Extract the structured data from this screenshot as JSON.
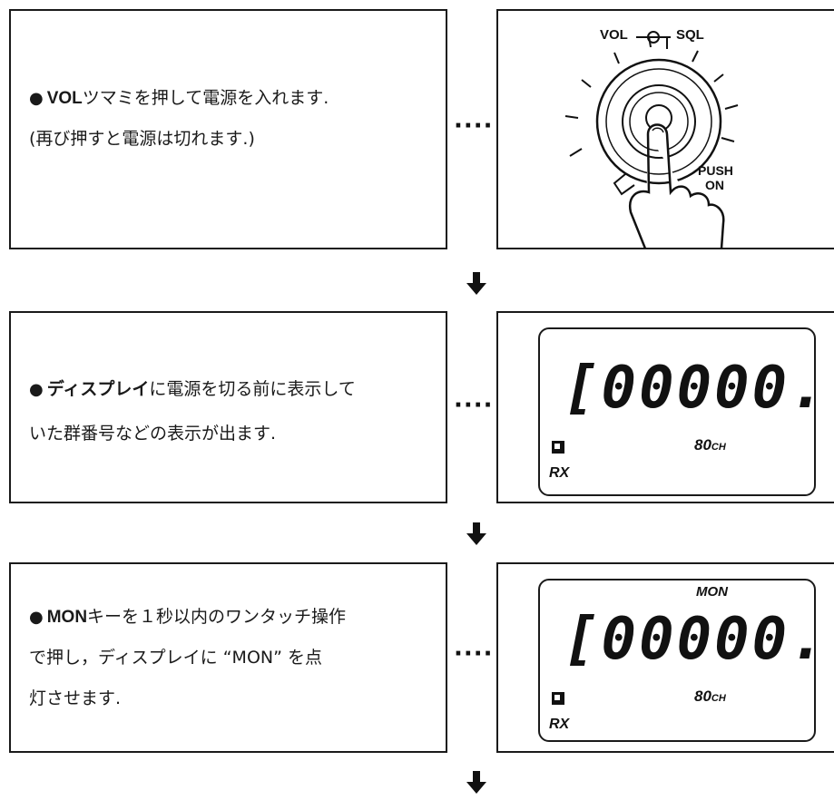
{
  "steps": [
    {
      "lines": [
        "VOLツマミを押して電源を入れます.",
        "(再び押すと電源は切れます.)"
      ],
      "bold_word": "VOL",
      "connector": "····",
      "figure": {
        "type": "knob",
        "vol_label": "VOL",
        "sql_label": "SQL",
        "push_label": "PUSH",
        "on_label": "ON"
      }
    },
    {
      "lines": [
        "ディスプレイに電源を切る前に表示して",
        "いた群番号などの表示が出ます."
      ],
      "bold_word": "ディスプレイ",
      "connector": "····",
      "figure": {
        "type": "lcd",
        "digits": "[00000.",
        "channel": "80",
        "channel_unit": "CH",
        "status": "RX"
      }
    },
    {
      "lines": [
        "MONキーを１秒以内のワンタッチ操作",
        "で押し，ディスプレイに “MON” を点",
        "灯させます."
      ],
      "bold_word": "MON",
      "connector": "····",
      "figure": {
        "type": "lcd",
        "indicator": "MON",
        "digits": "[00000.",
        "channel": "80",
        "channel_unit": "CH",
        "status": "RX"
      }
    }
  ],
  "bullet": "●",
  "icons": {
    "step_arrow": "down-arrow-icon",
    "lcd_square": "square-icon"
  }
}
